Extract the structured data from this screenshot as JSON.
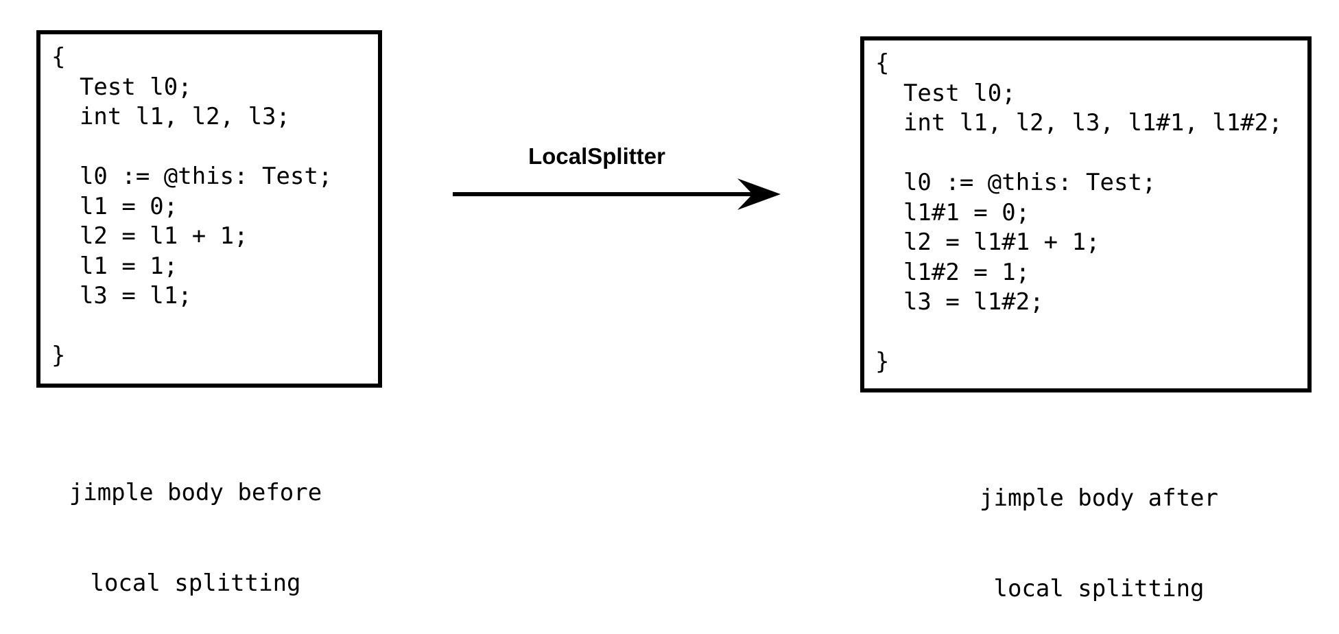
{
  "before": {
    "code_lines": [
      "{",
      "  Test l0;",
      "  int l1, l2, l3;",
      "",
      "  l0 := @this: Test;",
      "  l1 = 0;",
      "  l2 = l1 + 1;",
      "  l1 = 1;",
      "  l3 = l1;",
      "",
      "}"
    ],
    "caption": [
      "jimple body before",
      "local splitting"
    ]
  },
  "transform": {
    "label": "LocalSplitter"
  },
  "after": {
    "code_lines": [
      "{",
      "  Test l0;",
      "  int l1, l2, l3, l1#1, l1#2;",
      "",
      "  l0 := @this: Test;",
      "  l1#1 = 0;",
      "  l2 = l1#1 + 1;",
      "  l1#2 = 1;",
      "  l3 = l1#2;",
      "",
      "}"
    ],
    "caption": [
      "jimple body after",
      "local splitting"
    ]
  }
}
